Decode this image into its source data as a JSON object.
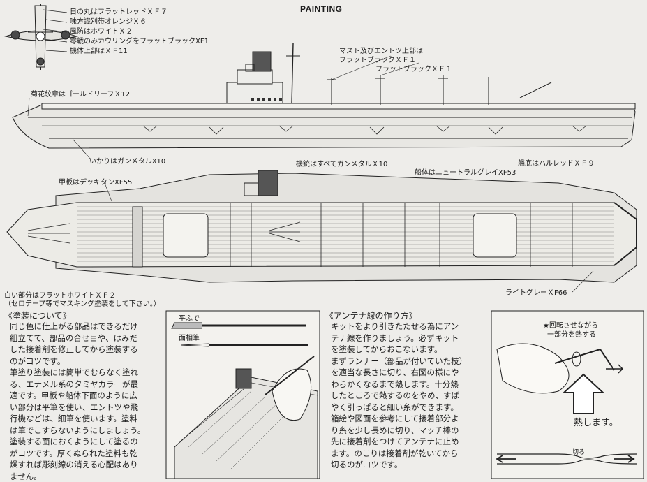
{
  "title": "PAINTING",
  "aircraft_labels": [
    "日の丸はフラットレッドＸＦ７",
    "味方識別帯オレンジＸ６",
    "風防はホワイトＸ２",
    "零戦のみカウリングをフラットブラックXF1",
    "機体上部はＸＦ11"
  ],
  "side_labels": {
    "mast": [
      "マスト及びエントツ上部は",
      "フラットブラックＸＦ１"
    ],
    "flat_black": "フラットブラックＸＦ１",
    "chrysanthemum": "菊花紋章はゴールドリーフＸ12",
    "anchor": "いかりはガンメタルX10",
    "guns": "機銃はすべてガンメタルＸ10",
    "hull_bottom": "艦底はハルレッドＸＦ９",
    "hull": "船体はニュートラルグレイXF53"
  },
  "plan_labels": {
    "deck": "甲板はデッキタンXF55",
    "white_parts": [
      "白い部分はフラットホワイトＸＦ２",
      "（セロテープ等でマスキング塗装をして下さい。）"
    ],
    "light_gray": "ライトグレーＸF66"
  },
  "painting_section": {
    "heading": "《塗装について》",
    "lines": [
      "同じ色に仕上がる部品はできるだけ",
      "組立てて、部品の合せ目や、はみだ",
      "した接着剤を修正してから塗装する",
      "のがコツです。",
      "筆塗り塗装には簡単でむらなく塗れ",
      "る、エナメル系のタミヤカラーが最",
      "適です。甲板や船体下面のように広",
      "い部分は平筆を使い、エントツや飛",
      "行機などは、細筆を使います。塗料",
      "は筆でこすらないようにしましょう。",
      "塗装する面におくようにして塗るの",
      "がコツです。厚くぬられた塗料も乾",
      "燥すれば彫刻線の消える心配はあり",
      "ません。"
    ]
  },
  "brush_labels": {
    "flat": "平ふで",
    "fine": "面相筆"
  },
  "antenna_section": {
    "heading": "《アンテナ線の作り方》",
    "lines": [
      "キットをより引きたたせる為にアン",
      "テナ線を作りましょう。必ずキット",
      "を塗装してからおこないます。",
      "まずランナー（部品が付いていた枝）",
      "を適当な長さに切り、右図の様にや",
      "わらかくなるまで熱します。十分熱",
      "したところで熱するのをやめ、すば",
      "やく引っぱると細い糸ができます。",
      "箱絵や図面を参考にして接着部分よ",
      "り糸を少し長めに切り、マッチ棒の",
      "先に接着剤をつけてアンテナに止め",
      "ます。のこりは接着剤が乾いてから",
      "切るのがコツです。"
    ]
  },
  "antenna_labels": {
    "rotate": [
      "★回転させながら",
      "一部分を熱する"
    ],
    "heat": "熱します。",
    "cut": "切る"
  }
}
